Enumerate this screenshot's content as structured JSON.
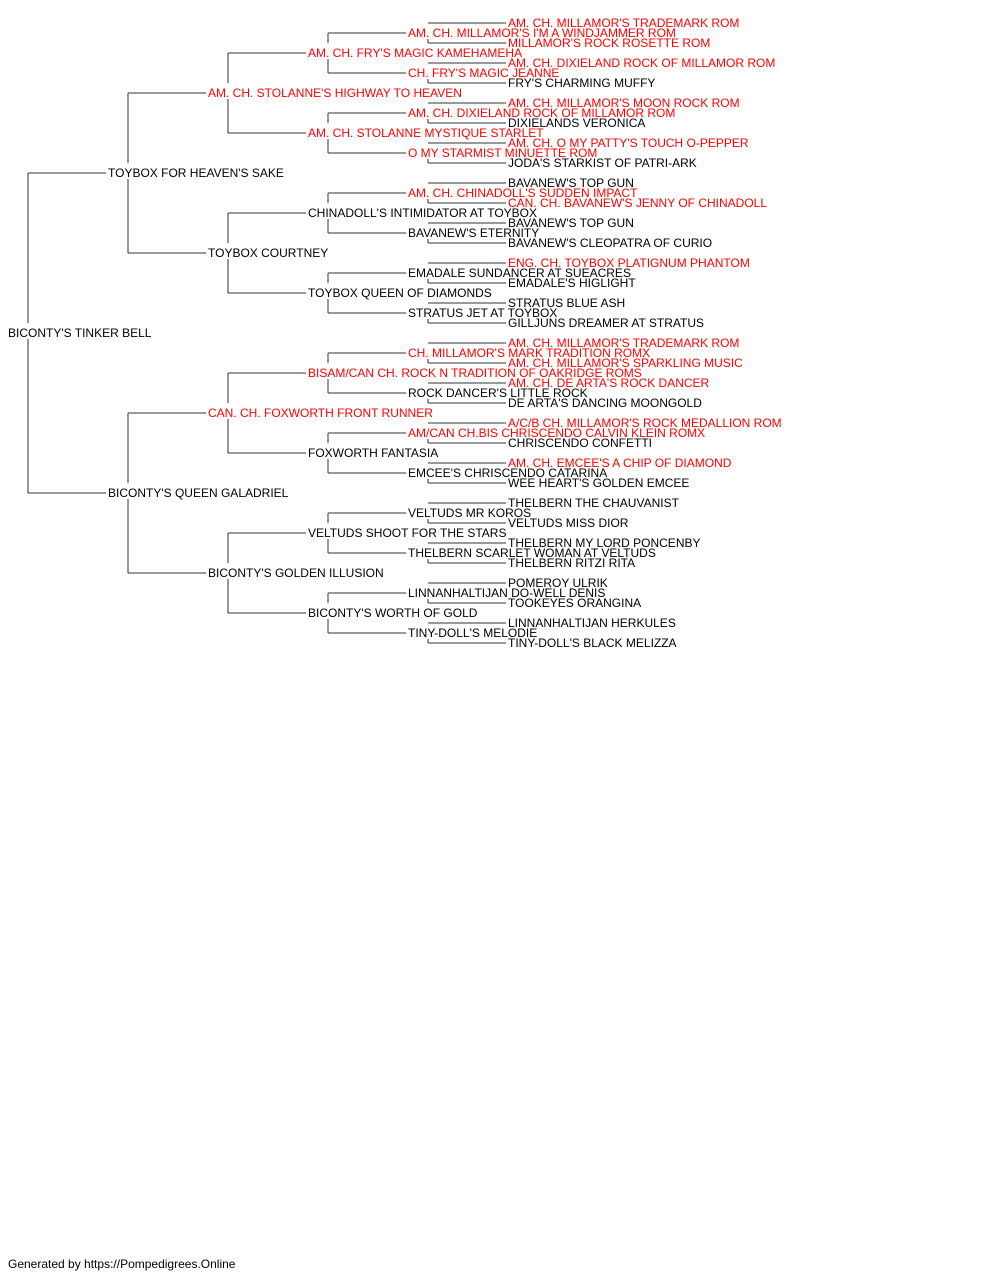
{
  "pedigree": {
    "dog": {
      "name": "BICONTY'S TINKER BELL",
      "champion": false
    },
    "sire": {
      "name": "TOYBOX FOR HEAVEN'S SAKE",
      "champion": false
    },
    "dam": {
      "name": "BICONTY'S QUEEN GALADRIEL",
      "champion": false
    },
    "generation_3": [
      {
        "name": "AM. CH. STOLANNE'S HIGHWAY TO HEAVEN",
        "champion": true
      },
      {
        "name": "TOYBOX COURTNEY",
        "champion": false
      },
      {
        "name": "CAN. CH. FOXWORTH FRONT RUNNER",
        "champion": true
      },
      {
        "name": "BICONTY'S GOLDEN ILLUSION",
        "champion": false
      }
    ],
    "generation_4": [
      {
        "name": "AM. CH. FRY'S MAGIC KAMEHAMEHA",
        "champion": true
      },
      {
        "name": "AM. CH. STOLANNE MYSTIQUE STARLET",
        "champion": true
      },
      {
        "name": "CHINADOLL'S INTIMIDATOR AT TOYBOX",
        "champion": false
      },
      {
        "name": "TOYBOX QUEEN OF DIAMONDS",
        "champion": false
      },
      {
        "name": "BISAM/CAN CH. ROCK N TRADITION OF OAKRIDGE ROMS",
        "champion": true
      },
      {
        "name": "FOXWORTH FANTASIA",
        "champion": false
      },
      {
        "name": "VELTUDS SHOOT FOR THE STARS",
        "champion": false
      },
      {
        "name": "BICONTY'S WORTH OF GOLD",
        "champion": false
      }
    ],
    "generation_5": [
      {
        "name": "AM. CH. MILLAMOR'S I'M A WINDJAMMER ROM",
        "champion": true
      },
      {
        "name": "CH. FRY'S MAGIC JEANNE",
        "champion": true
      },
      {
        "name": "AM. CH. DIXIELAND ROCK OF MILLAMOR ROM",
        "champion": true
      },
      {
        "name": "O MY STARMIST MINUETTE ROM",
        "champion": true
      },
      {
        "name": "AM. CH. CHINADOLL'S SUDDEN IMPACT",
        "champion": true
      },
      {
        "name": "BAVANEW'S ETERNITY",
        "champion": false
      },
      {
        "name": "EMADALE SUNDANCER AT SUEACRES",
        "champion": false
      },
      {
        "name": "STRATUS JET AT TOYBOX",
        "champion": false
      },
      {
        "name": "CH. MILLAMOR'S MARK TRADITION ROMX",
        "champion": true
      },
      {
        "name": "ROCK DANCER'S LITTLE ROCK",
        "champion": false
      },
      {
        "name": "AM/CAN CH.BIS CHRISCENDO CALVIN KLEIN ROMX",
        "champion": true
      },
      {
        "name": "EMCEE'S CHRISCENDO CATARINA",
        "champion": false
      },
      {
        "name": "VELTUDS MR KOROS",
        "champion": false
      },
      {
        "name": "THELBERN SCARLET WOMAN AT VELTUDS",
        "champion": false
      },
      {
        "name": "LINNANHALTIJAN DO-WELL DENIS",
        "champion": false
      },
      {
        "name": "TINY-DOLL'S MELODIE",
        "champion": false
      }
    ],
    "generation_6": [
      {
        "name": "AM. CH. MILLAMOR'S TRADEMARK ROM",
        "champion": true
      },
      {
        "name": "MILLAMOR'S ROCK ROSETTE ROM",
        "champion": true
      },
      {
        "name": "AM. CH. DIXIELAND ROCK OF MILLAMOR ROM",
        "champion": true
      },
      {
        "name": "FRY'S CHARMING MUFFY",
        "champion": false
      },
      {
        "name": "AM. CH. MILLAMOR'S MOON ROCK ROM",
        "champion": true
      },
      {
        "name": "DIXIELANDS VERONICA",
        "champion": false
      },
      {
        "name": "AM. CH. O MY PATTY'S TOUCH O-PEPPER",
        "champion": true
      },
      {
        "name": "JODA'S STARKIST OF PATRI-ARK",
        "champion": false
      },
      {
        "name": "BAVANEW'S TOP GUN",
        "champion": false
      },
      {
        "name": "CAN. CH. BAVANEW'S JENNY OF CHINADOLL",
        "champion": true
      },
      {
        "name": "BAVANEW'S TOP GUN",
        "champion": false
      },
      {
        "name": "BAVANEW'S CLEOPATRA OF CURIO",
        "champion": false
      },
      {
        "name": "ENG. CH. TOYBOX PLATIGNUM PHANTOM",
        "champion": true
      },
      {
        "name": "EMADALE'S HIGLIGHT",
        "champion": false
      },
      {
        "name": "STRATUS BLUE ASH",
        "champion": false
      },
      {
        "name": "GILLJUNS DREAMER AT STRATUS",
        "champion": false
      },
      {
        "name": "AM. CH. MILLAMOR'S TRADEMARK ROM",
        "champion": true
      },
      {
        "name": "AM. CH. MILLAMOR'S SPARKLING MUSIC",
        "champion": true
      },
      {
        "name": "AM. CH. DE ARTA'S ROCK DANCER",
        "champion": true
      },
      {
        "name": "DE ARTA'S DANCING MOONGOLD",
        "champion": false
      },
      {
        "name": "A/C/B CH. MILLAMOR'S ROCK MEDALLION ROM",
        "champion": true
      },
      {
        "name": "CHRISCENDO CONFETTI",
        "champion": false
      },
      {
        "name": "AM. CH. EMCEE'S A CHIP OF DIAMOND",
        "champion": true
      },
      {
        "name": "WEE HEART'S GOLDEN EMCEE",
        "champion": false
      },
      {
        "name": "THELBERN THE CHAUVANIST",
        "champion": false
      },
      {
        "name": "VELTUDS MISS DIOR",
        "champion": false
      },
      {
        "name": "THELBERN MY LORD PONCENBY",
        "champion": false
      },
      {
        "name": "THELBERN RITZI RITA",
        "champion": false
      },
      {
        "name": "POMEROY ULRIK",
        "champion": false
      },
      {
        "name": "TOOKEYES ORANGINA",
        "champion": false
      },
      {
        "name": "LINNANHALTIJAN HERKULES",
        "champion": false
      },
      {
        "name": "TINY-DOLL'S BLACK MELIZZA",
        "champion": false
      }
    ]
  },
  "colors": {
    "champion": "#ff0000",
    "regular": "#000000",
    "line": "#333333"
  },
  "footer": "Generated by https://Pompedigrees.Online"
}
